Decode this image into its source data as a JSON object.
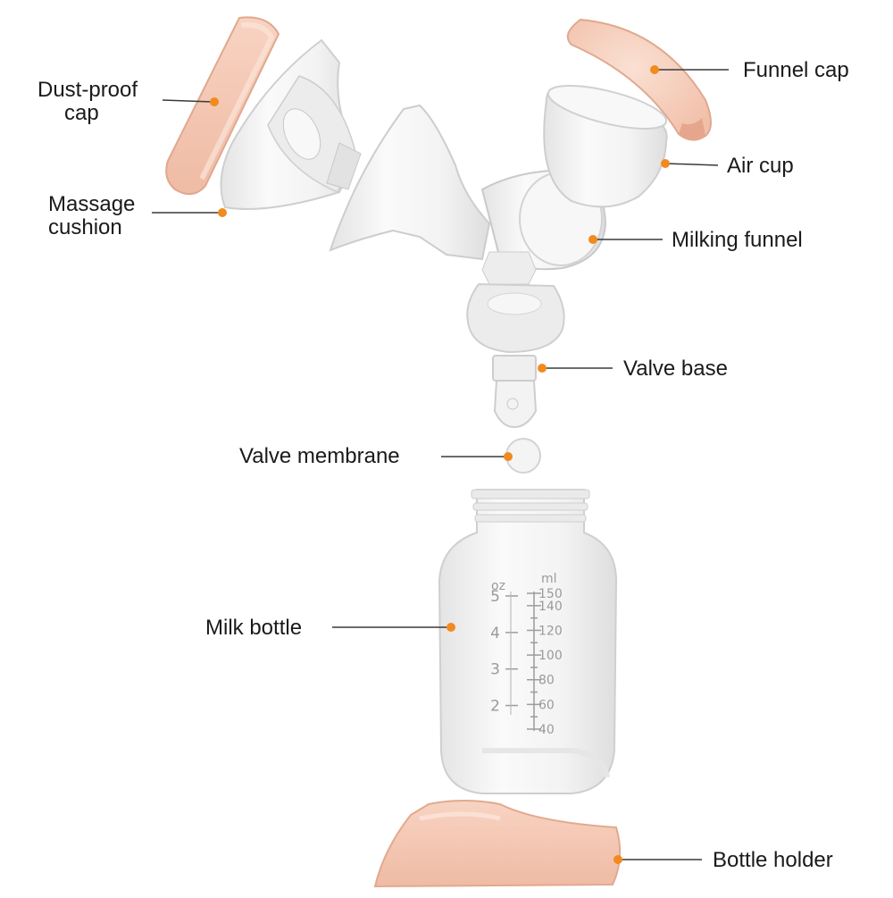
{
  "colors": {
    "accent_dot": "#f28a1e",
    "leader_line": "#3a3a3a",
    "peach": "#f6c9b4",
    "peach_dark": "#e6ab93",
    "clear": "#f1f1f1",
    "clear_edge": "#d2d2d2"
  },
  "labels": {
    "dust_proof_cap": {
      "line1": "Dust-proof",
      "line2": "cap"
    },
    "massage_cushion": {
      "line1": "Massage",
      "line2": "cushion"
    },
    "funnel_cap": "Funnel cap",
    "air_cup": "Air cup",
    "milking_funnel": "Milking funnel",
    "valve_base": "Valve base",
    "valve_membrane": "Valve membrane",
    "milk_bottle": "Milk bottle",
    "bottle_holder": "Bottle holder"
  },
  "bottle_scale": {
    "unit_ml": "ml",
    "unit_oz": "oz",
    "ml_ticks": [
      "150",
      "140",
      "120",
      "100",
      "80",
      "60",
      "40"
    ],
    "oz_ticks": [
      "5",
      "4",
      "3",
      "2"
    ]
  }
}
